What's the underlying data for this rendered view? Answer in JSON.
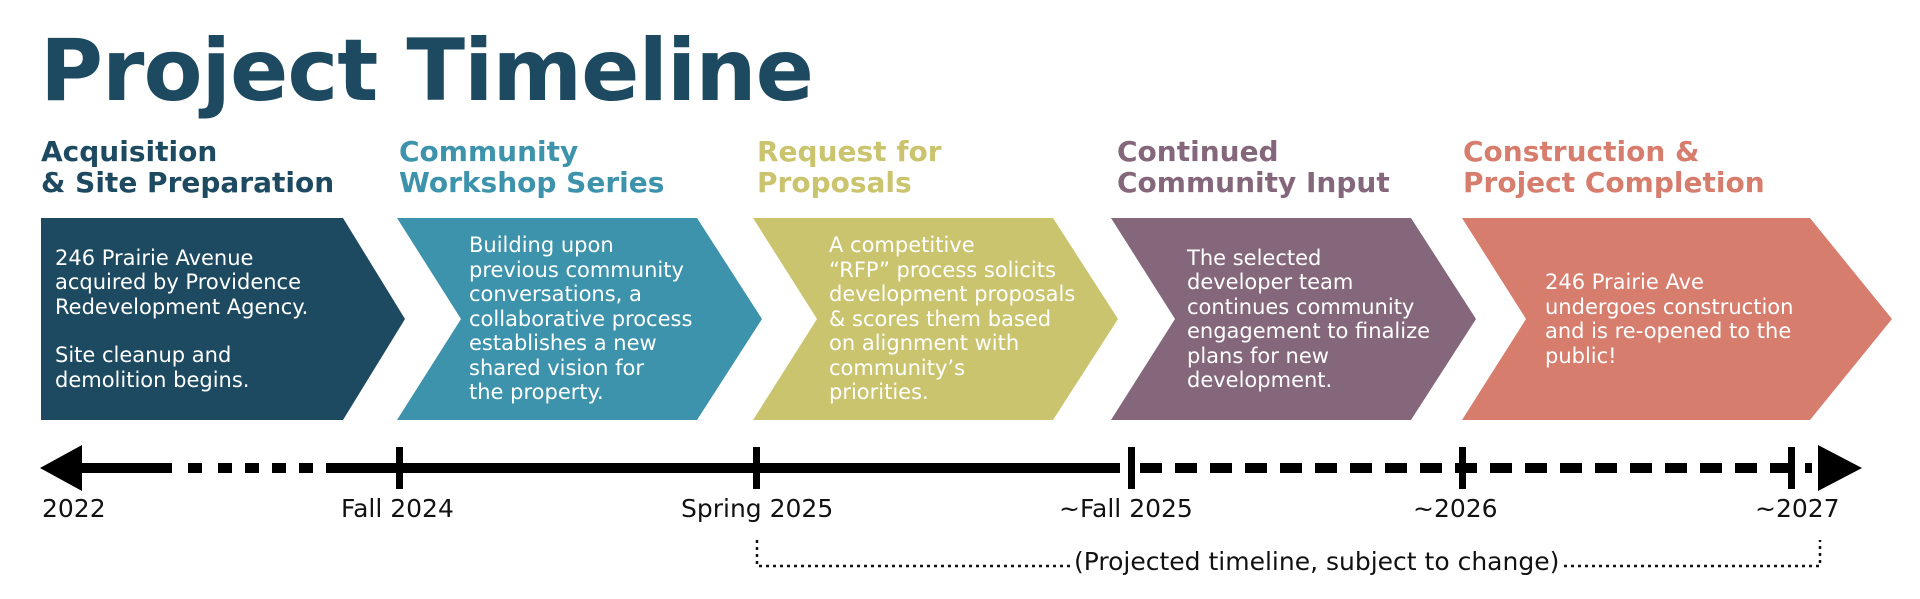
{
  "title": "Project Timeline",
  "phases": [
    {
      "heading": [
        "Acquisition",
        "& Site Preparation"
      ],
      "color": "#1d4a60",
      "body": [
        "246 Prairie Avenue",
        "acquired by Providence",
        "Redevelopment Agency.",
        "",
        "Site cleanup and",
        "demolition begins."
      ]
    },
    {
      "heading": [
        "Community",
        "Workshop Series"
      ],
      "color": "#3d93ab",
      "body": [
        "Building upon",
        "previous community",
        "conversations, a",
        "collaborative process",
        "establishes a new",
        "shared vision for",
        "the property."
      ]
    },
    {
      "heading": [
        "Request for",
        "Proposals"
      ],
      "color": "#cbc46e",
      "body": [
        "A competitive",
        "“RFP” process solicits",
        "development proposals",
        "& scores them based",
        "on alignment with",
        "community’s",
        "priorities."
      ]
    },
    {
      "heading": [
        "Continued",
        "Community Input"
      ],
      "color": "#85677b",
      "body": [
        "The selected",
        "developer team",
        "continues community",
        "engagement to finalize",
        "plans for new",
        "development."
      ]
    },
    {
      "heading": [
        "Construction &",
        "Project Completion"
      ],
      "color": "#d77d6e",
      "body": [
        "246 Prairie Ave",
        "undergoes construction",
        "and is re-opened to the",
        "public!"
      ]
    }
  ],
  "timeline": {
    "labels": [
      "2022",
      "Fall 2024",
      "Spring 2025",
      "~Fall 2025",
      "~2026",
      "~2027"
    ],
    "note": "(Projected timeline, subject to change)",
    "line_color": "#000000"
  }
}
